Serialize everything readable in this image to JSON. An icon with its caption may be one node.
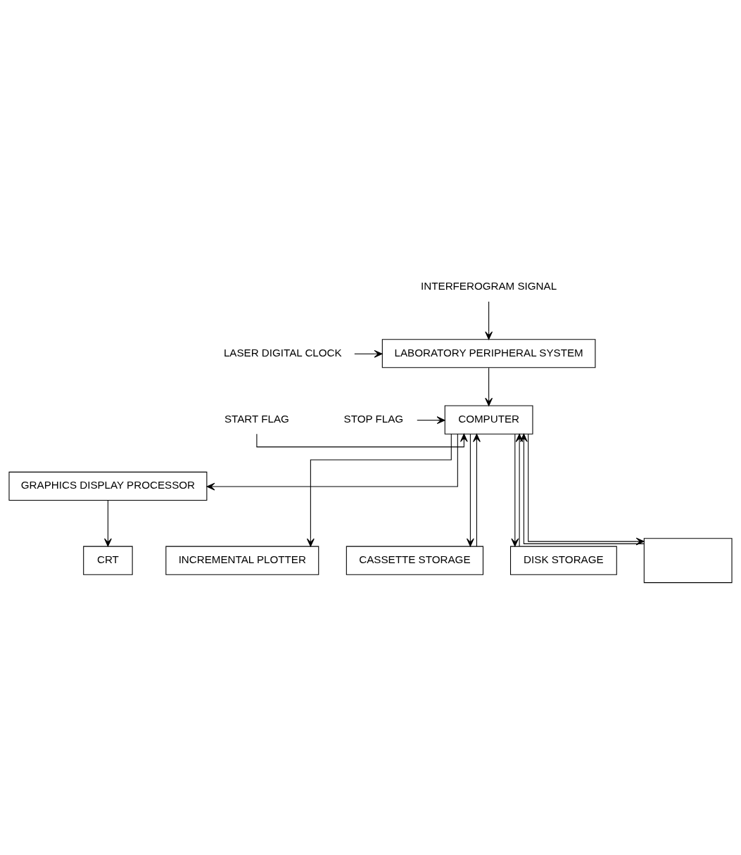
{
  "diagram": {
    "nodes": [
      {
        "text": [
          "INTERFEROGRAM SIGNAL"
        ]
      },
      {
        "text": [
          "LASER DIGITAL CLOCK"
        ]
      },
      {
        "text": [
          "LABORATORY PERIPHERAL SYSTEM"
        ]
      },
      {
        "text": [
          "START FLAG"
        ]
      },
      {
        "text": [
          "STOP FLAG"
        ]
      },
      {
        "text": [
          "COMPUTER"
        ]
      },
      {
        "text": [
          "GRAPHICS DISPLAY PROCESSOR"
        ]
      },
      {
        "text": [
          "CRT"
        ]
      },
      {
        "text": [
          "INCREMENTAL PLOTTER"
        ]
      },
      {
        "text": [
          "CASSETTE STORAGE"
        ]
      },
      {
        "text": [
          "DISK STORAGE"
        ]
      },
      {
        "text": [],
        "shape": "box"
      }
    ],
    "edges": [
      {
        "from": 0,
        "to": 2,
        "arrow": "to"
      },
      {
        "from": 1,
        "to": 2,
        "arrow": "to"
      },
      {
        "from": 2,
        "to": 5,
        "arrow": "to"
      },
      {
        "from": 3,
        "to": 5,
        "arrow": "to"
      },
      {
        "from": 4,
        "to": 5,
        "arrow": "to"
      },
      {
        "from": 5,
        "to": 6,
        "arrow": "to"
      },
      {
        "from": 6,
        "to": 7,
        "arrow": "to"
      },
      {
        "from": 5,
        "to": 8,
        "arrow": "to"
      },
      {
        "from": 5,
        "to": 9,
        "arrow": "to"
      },
      {
        "from": 9,
        "to": 5,
        "arrow": "to"
      },
      {
        "from": 5,
        "to": 10,
        "arrow": "to"
      },
      {
        "from": 10,
        "to": 5,
        "arrow": "to"
      },
      {
        "from": 5,
        "to": 11,
        "arrow": "to"
      },
      {
        "from": 11,
        "to": 5,
        "arrow": "to"
      }
    ]
  }
}
